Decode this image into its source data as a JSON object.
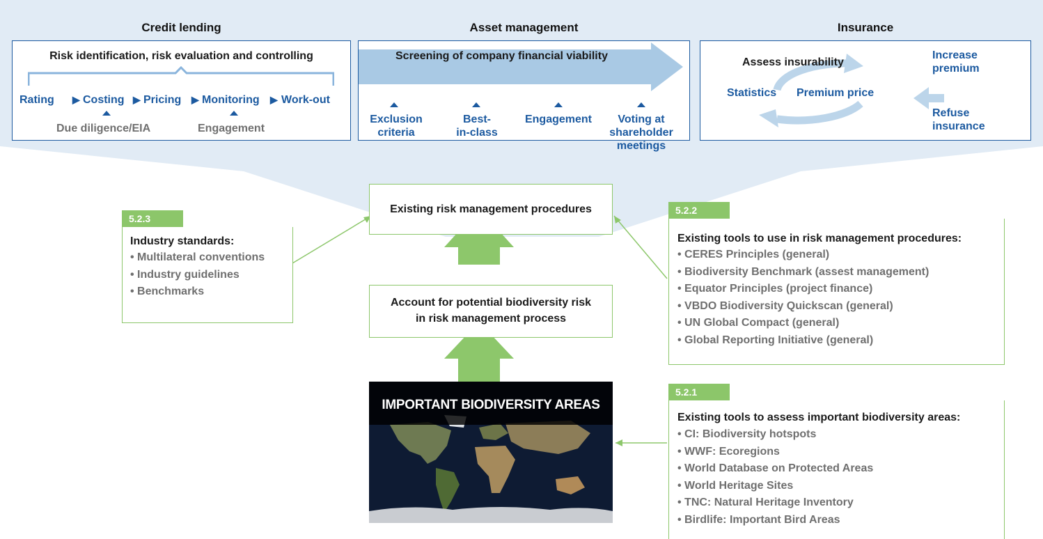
{
  "credit": {
    "title": "Credit lending",
    "heading": "Risk identification, risk evaluation and controlling",
    "steps": [
      "Rating",
      "Costing",
      "Pricing",
      "Monitoring",
      "Work-out"
    ],
    "sub1": "Due diligence/EIA",
    "sub2": "Engagement"
  },
  "asset": {
    "title": "Asset management",
    "heading": "Screening of company financial viability",
    "items": [
      {
        "lines": [
          "Exclusion",
          "criteria"
        ]
      },
      {
        "lines": [
          "Best-",
          "in-class"
        ]
      },
      {
        "lines": [
          "Engagement"
        ]
      },
      {
        "lines": [
          "Voting at",
          "shareholder",
          "meetings"
        ]
      }
    ]
  },
  "insurance": {
    "title": "Insurance",
    "assess": "Assess insurability",
    "statistics": "Statistics",
    "premium_price": "Premium price",
    "increase": [
      "Increase",
      "premium"
    ],
    "refuse": [
      "Refuse",
      "insurance"
    ]
  },
  "center": {
    "existing": "Existing risk management procedures",
    "account": [
      "Account for potential biodiversity risk",
      "in risk management process"
    ],
    "map_label": "IMPORTANT BIODIVERSITY AREAS"
  },
  "box523": {
    "tag": "5.2.3",
    "heading": "Industry standards:",
    "items": [
      "• Multilateral conventions",
      "• Industry guidelines",
      "• Benchmarks"
    ]
  },
  "box522": {
    "tag": "5.2.2",
    "heading": "Existing tools to use in risk management procedures:",
    "items": [
      "• CERES Principles (general)",
      "• Biodiversity Benchmark (assest management)",
      "• Equator Principles (project finance)",
      "• VBDO Biodiversity Quickscan (general)",
      "• UN Global Compact (general)",
      "• Global Reporting Initiative (general)"
    ]
  },
  "box521": {
    "tag": "5.2.1",
    "heading": "Existing tools to assess important biodiversity areas:",
    "items": [
      "• CI: Biodiversity hotspots",
      "• WWF: Ecoregions",
      "• World Database on Protected Areas",
      "• World Heritage Sites",
      "• TNC: Natural Heritage Inventory",
      "• Birdlife: Important Bird Areas"
    ]
  },
  "colors": {
    "blue": "#1c5aa0",
    "green": "#8cc66a",
    "band": "#dfe9f3",
    "grey": "#6f6f6f"
  }
}
